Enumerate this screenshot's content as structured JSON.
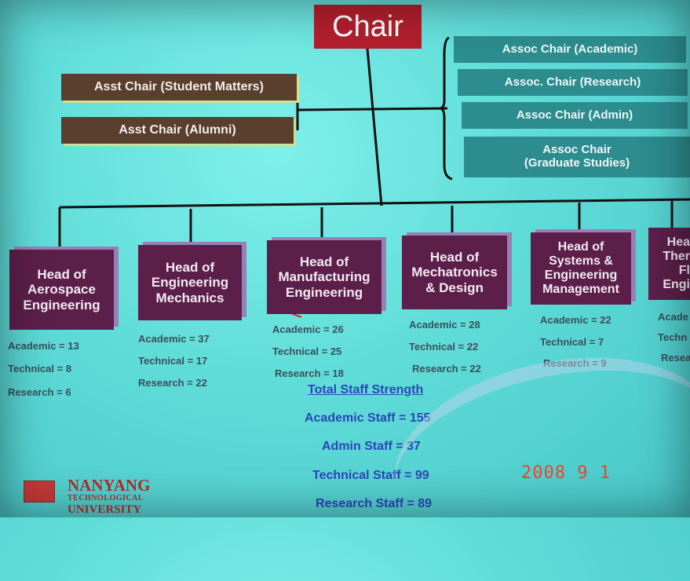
{
  "chair": "Chair",
  "asst": [
    "Asst Chair (Student Matters)",
    "Asst Chair (Alumni)"
  ],
  "assoc": [
    "Assoc  Chair (Academic)",
    "Assoc. Chair (Research)",
    "Assoc Chair (Admin)",
    "Assoc  Chair",
    "(Graduate Studies)"
  ],
  "heads": [
    {
      "l1": "Head of",
      "l2": "Aerospace",
      "l3": "Engineering",
      "academic": "Academic = 13",
      "technical": "Technical = 8",
      "research": "Research = 6"
    },
    {
      "l1": "Head of",
      "l2": "Engineering",
      "l3": "Mechanics",
      "academic": "Academic = 37",
      "technical": "Technical = 17",
      "research": "Research = 22"
    },
    {
      "l1": "Head of",
      "l2": "Manufacturing",
      "l3": "Engineering",
      "academic": "Academic = 26",
      "technical": "Technical = 25",
      "research": "Research = 18"
    },
    {
      "l1": "Head of",
      "l2": "Mechatronics",
      "l3": "& Design",
      "academic": "Academic = 28",
      "technical": "Technical = 22",
      "research": "Research = 22"
    },
    {
      "l1": "Head of",
      "l2": "Systems &",
      "l3": "Engineering",
      "l4": "Management",
      "academic": "Academic = 22",
      "technical": "Technical = 7",
      "research": "Research = 9"
    },
    {
      "l1": "Hea",
      "l2": "Ther",
      "l3": "Fl",
      "l4": "Engi",
      "academic": "Acade",
      "technical": "Techn",
      "research": "Resea"
    }
  ],
  "totals": {
    "title": "Total Staff Strength",
    "academic": "Academic Staff = 155",
    "admin": "Admin Staff = 37",
    "technical": "Technical Staff = 99",
    "research": "Research Staff = 89"
  },
  "logo": {
    "l1": "NANYANG",
    "l2": "TECHNOLOGICAL",
    "l3": "UNIVERSITY"
  },
  "date": "2008  9  1",
  "colors": {
    "chair": "#b21f2e",
    "asst": "#5a3f2e",
    "assoc": "#2c8c8e",
    "head": "#5c1f4a",
    "total": "#2b46b8",
    "date": "#f2442b"
  }
}
